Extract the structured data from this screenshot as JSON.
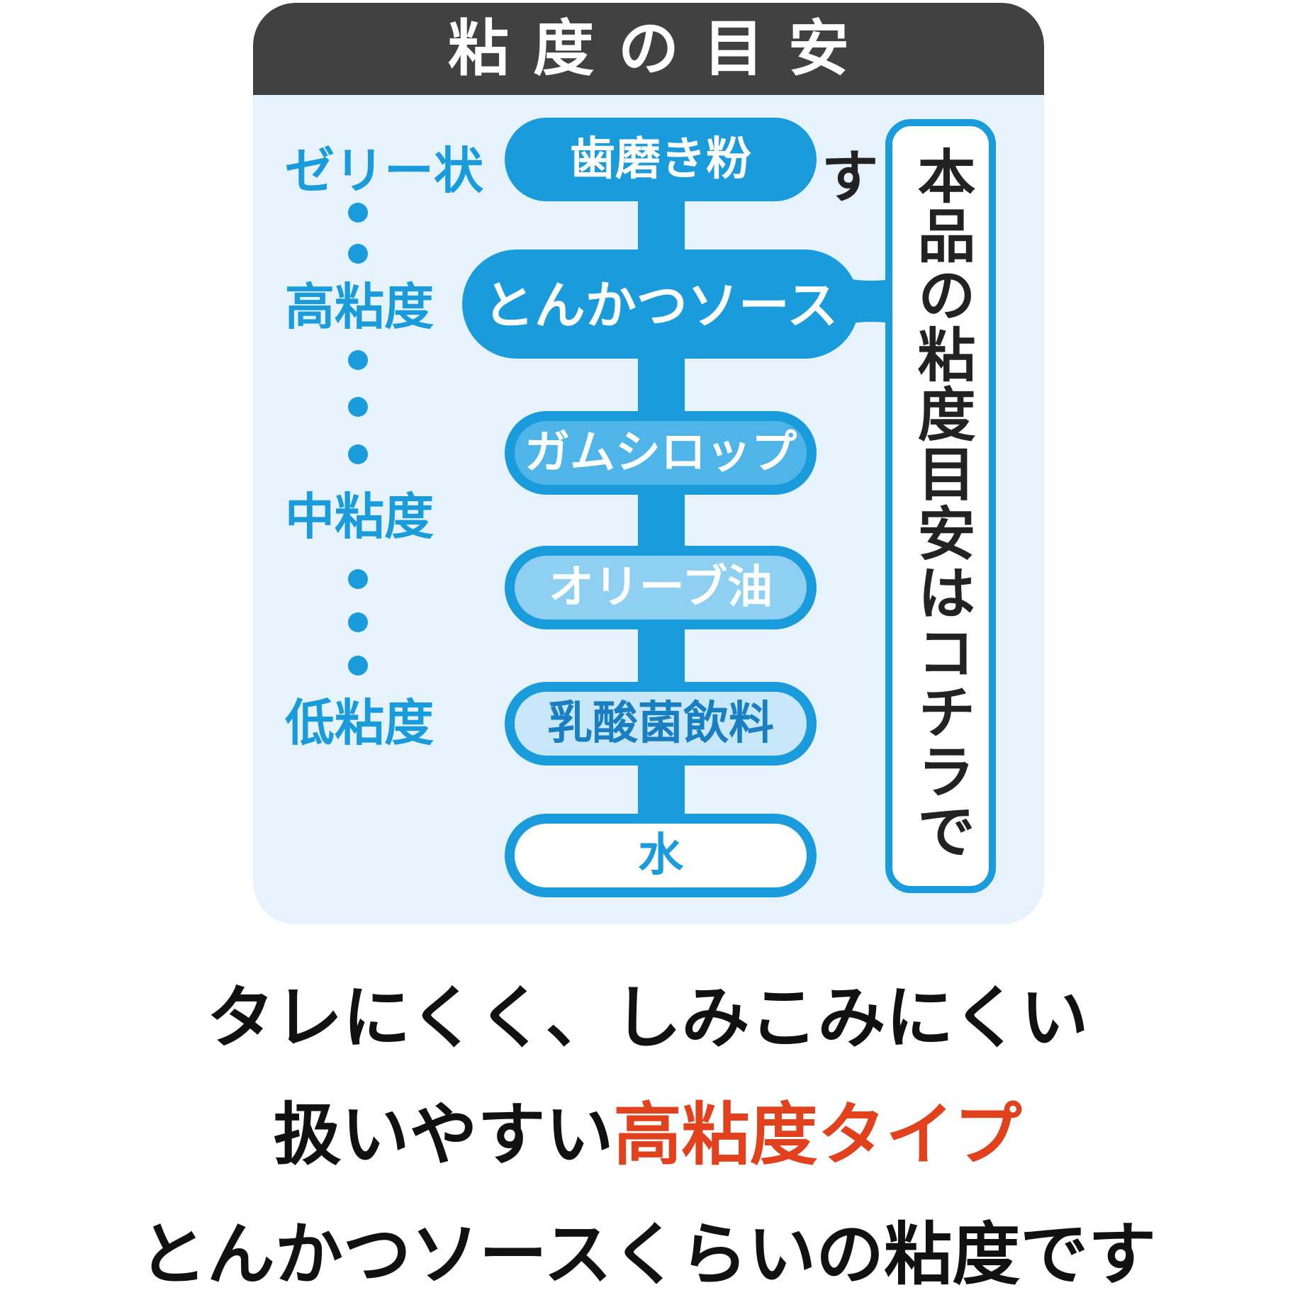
{
  "panel": {
    "title": "粘度の目安",
    "scale_labels": [
      "ゼリー状",
      "高粘度",
      "中粘度",
      "低粘度"
    ],
    "levels": [
      "歯磨き粉",
      "とんかつソース",
      "ガムシロップ",
      "オリーブ油",
      "乳酸菌飲料",
      "水"
    ],
    "product_note": "本品の粘度目安はコチラです"
  },
  "taglines": {
    "line1": "タレにくく、しみこみにくい",
    "line2_prefix": "扱いやすい",
    "line2_highlight": "高粘度タイプ",
    "line3": "とんかつソースくらいの粘度です"
  },
  "colors": {
    "blue": "#1a9bdb",
    "medium_blue": "#4fb5e8",
    "light_blue": "#8fd0f2",
    "pale_blue": "#c8e8f9",
    "panel_bg": "#e6f3fc",
    "header_bg": "#414141",
    "accent_red": "#e2411d"
  }
}
